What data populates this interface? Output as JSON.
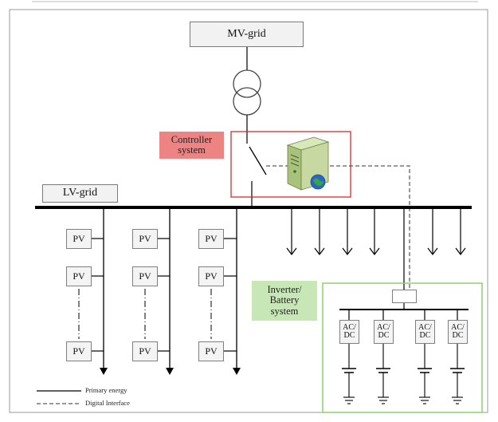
{
  "diagram": {
    "mv_grid": "MV-grid",
    "lv_grid": "LV-grid",
    "controller_label": "Controller\nsystem",
    "inverter_label": "Inverter/\nBattery\nsystem",
    "pv_label": "PV",
    "acdc_label": "AC/\nDC",
    "legend": {
      "primary": "Primary energy",
      "digital": "Digital Interface"
    },
    "colors": {
      "line": "#000000",
      "controller_border": "#e0262b",
      "inverter_border": "#8fcf6b",
      "controller_fill": "#ee8383",
      "inverter_fill": "#c8e7b6"
    }
  }
}
